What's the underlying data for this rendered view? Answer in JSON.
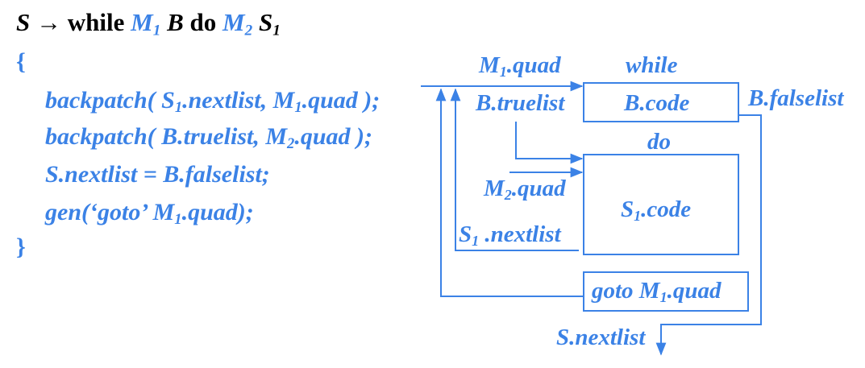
{
  "colors": {
    "accent": "#3b82e6",
    "text": "#000000"
  },
  "production": {
    "lhs": "S",
    "arrow": "→",
    "kw_while": "while",
    "m1": "M",
    "m1_sub": "1",
    "b": "B",
    "kw_do": "do",
    "m2": "M",
    "m2_sub": "2",
    "s1": "S",
    "s1_sub": "1"
  },
  "code": {
    "open_brace": "{",
    "close_brace": "}",
    "line1": {
      "a": "backpatch( S",
      "sub1": "1",
      "b": ".nextlist, M",
      "sub2": "1",
      "c": ".quad );"
    },
    "line2": {
      "a": "backpatch( B.truelist, M",
      "sub1": "2",
      "b": ".quad );"
    },
    "line3": {
      "a": "S.nextlist = B.falselist;"
    },
    "line4": {
      "a": "gen(‘goto’ M",
      "sub1": "1",
      "b": ".quad);"
    }
  },
  "diagram": {
    "m1quad": {
      "a": "M",
      "sub": "1",
      "b": ".quad"
    },
    "while_label": "while",
    "btruelist": "B.truelist",
    "bcode": "B.code",
    "bfalselist": "B.falselist",
    "do_label": "do",
    "m2quad": {
      "a": "M",
      "sub": "2",
      "b": ".quad"
    },
    "s1code": {
      "a": "S",
      "sub": "1",
      "b": ".code"
    },
    "s1nextlist": {
      "a": "S",
      "sub": "1",
      "b": " .nextlist"
    },
    "gotobox": {
      "a": "goto M",
      "sub": "1",
      "b": ".quad"
    },
    "snextlist": "S.nextlist"
  }
}
